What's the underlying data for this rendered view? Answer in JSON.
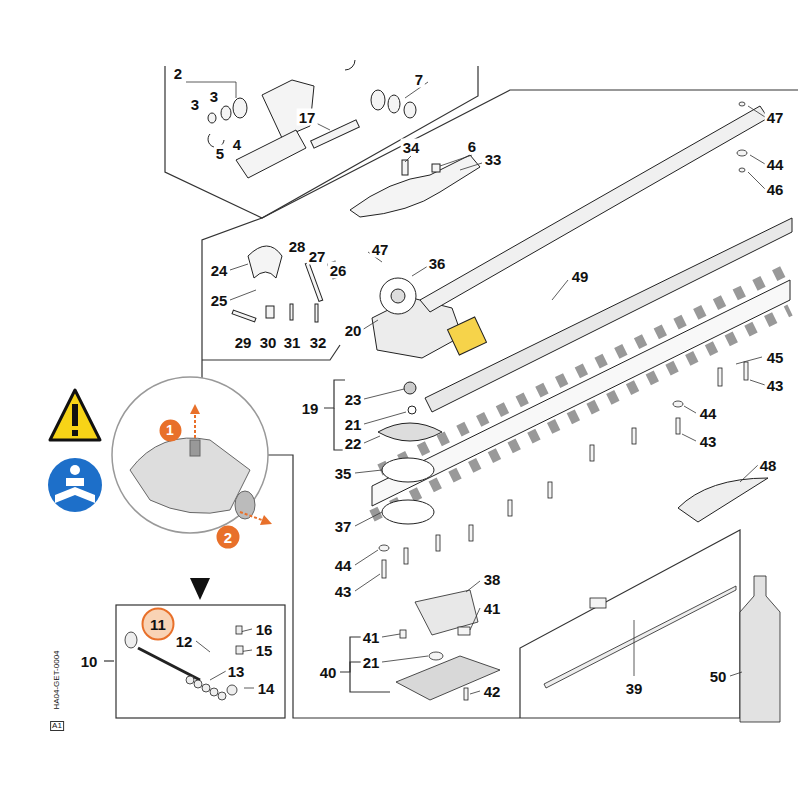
{
  "diagram": {
    "nodes": [
      {
        "text": [
          "1"
        ]
      },
      {
        "text": [
          "2"
        ]
      },
      {
        "text": [
          "11"
        ]
      }
    ],
    "labels": [
      "2",
      "3",
      "3",
      "4",
      "5",
      "7",
      "17",
      "34",
      "6",
      "33",
      "47",
      "44",
      "46",
      "24",
      "28",
      "27",
      "26",
      "47",
      "36",
      "25",
      "29",
      "30",
      "31",
      "32",
      "20",
      "19",
      "23",
      "21",
      "22",
      "49",
      "45",
      "43",
      "44",
      "43",
      "35",
      "37",
      "48",
      "44",
      "43",
      "38",
      "41",
      "41",
      "21",
      "40",
      "42",
      "39",
      "50",
      "10",
      "12",
      "16",
      "15",
      "13",
      "14",
      "HA04-GET-0004",
      "A1"
    ]
  }
}
